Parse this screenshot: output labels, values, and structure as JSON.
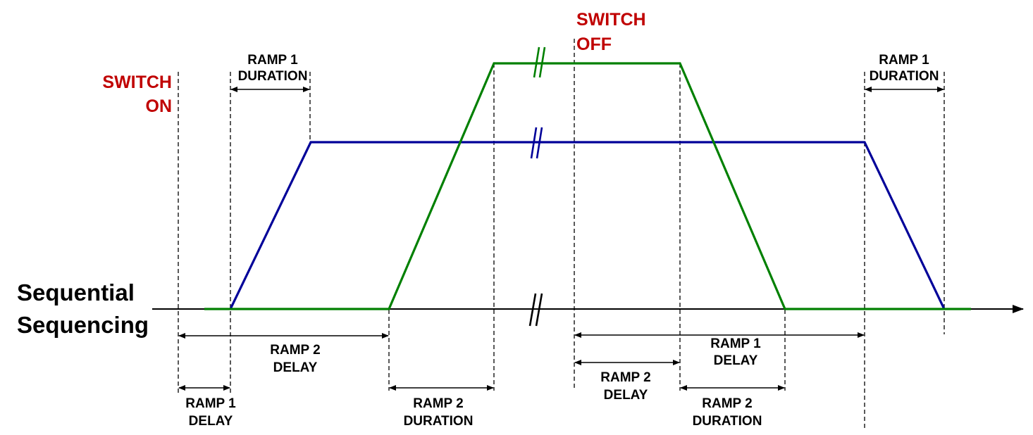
{
  "title": {
    "line1": "Sequential",
    "line2": "Sequencing"
  },
  "switch_on": {
    "line1": "SWITCH",
    "line2": "ON"
  },
  "switch_off": {
    "line1": "SWITCH",
    "line2": "OFF"
  },
  "labels": {
    "ramp1_duration_start": {
      "line1": "RAMP 1",
      "line2": "DURATION"
    },
    "ramp1_duration_end": {
      "line1": "RAMP 1",
      "line2": "DURATION"
    },
    "ramp2_delay_on": {
      "line1": "RAMP 2",
      "line2": "DELAY"
    },
    "ramp1_delay_on": {
      "line1": "RAMP 1",
      "line2": "DELAY"
    },
    "ramp2_duration_on": {
      "line1": "RAMP 2",
      "line2": "DURATION"
    },
    "ramp1_delay_off": {
      "line1": "RAMP 1",
      "line2": "DELAY"
    },
    "ramp2_delay_off": {
      "line1": "RAMP 2",
      "line2": "DELAY"
    },
    "ramp2_duration_off": {
      "line1": "RAMP 2",
      "line2": "DURATION"
    }
  },
  "colors": {
    "ramp1_trace": "#000099",
    "ramp2_trace": "#008000",
    "switch_text": "#c00000",
    "axis": "#000000"
  }
}
